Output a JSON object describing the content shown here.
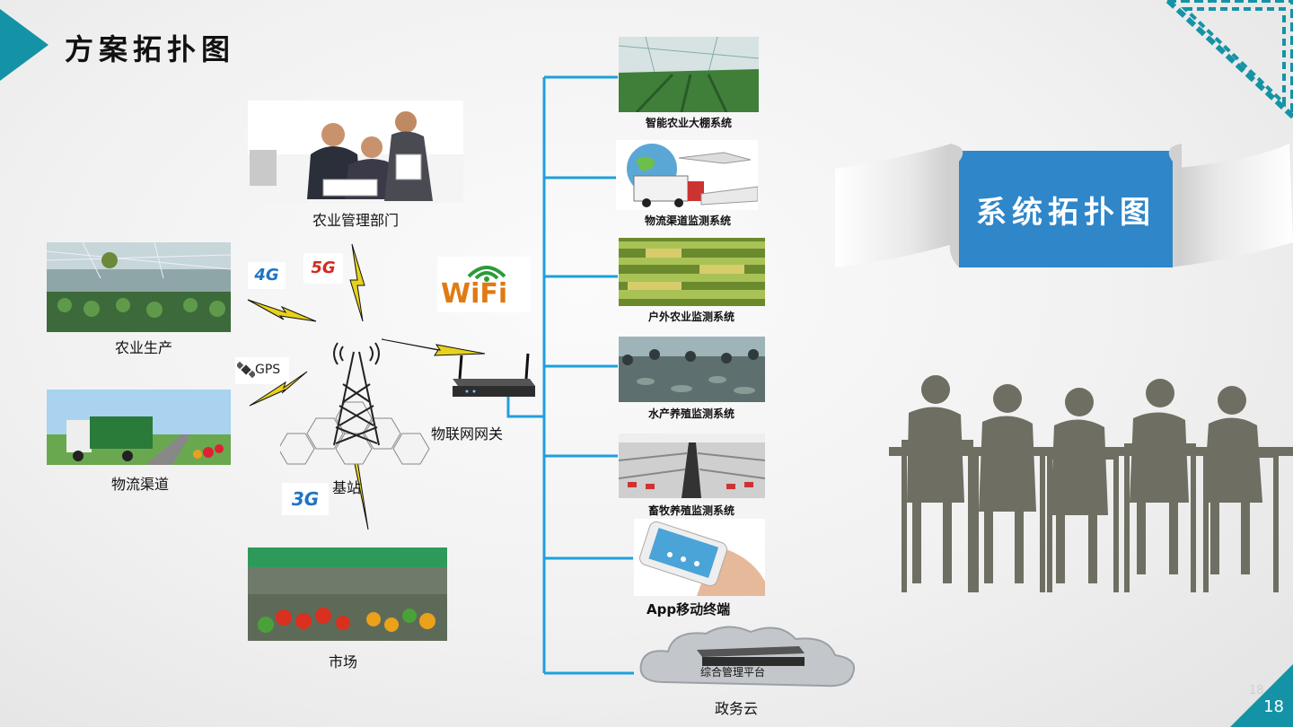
{
  "title": "方案拓扑图",
  "banner": {
    "text": "系统拓扑图"
  },
  "nodes": {
    "agri_mgmt": "农业管理部门",
    "agri_prod": "农业生产",
    "logistics": "物流渠道",
    "market": "市场",
    "base_station": "基站",
    "iot_gateway": "物联网网关",
    "gov_cloud": "政务云",
    "platform": "综合管理平台"
  },
  "badges": {
    "g4": "4G",
    "g5": "5G",
    "gps": "GPS",
    "g3": "3G",
    "wifi": "WiFi"
  },
  "systems": [
    "智能农业大棚系统",
    "物流渠道监测系统",
    "户外农业监测系统",
    "水产养殖监测系统",
    "畜牧养殖监测系统",
    "App移动终端"
  ],
  "page_number": "18",
  "ghost_number": "18",
  "colors": {
    "accent": "#1593a6",
    "banner": "#2f86c8",
    "connector": "#1ea0dc",
    "silhouette": "#6e6e62",
    "lightning": "#e8d21a"
  }
}
